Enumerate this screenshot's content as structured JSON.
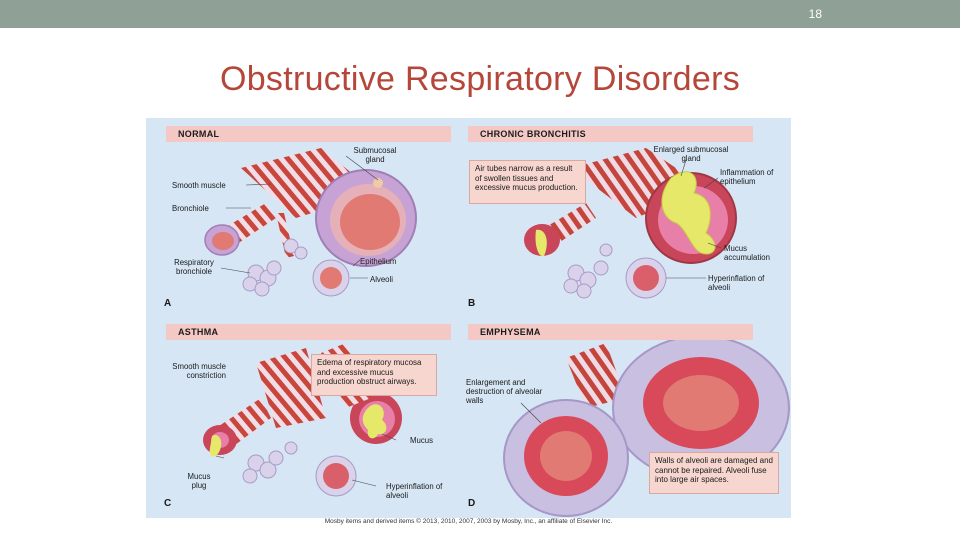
{
  "slide": {
    "number": "18",
    "title": "Obstructive Respiratory Disorders"
  },
  "colors": {
    "topbar": "#8fa096",
    "title": "#b5473a",
    "figure_bg": "#d6e6f5",
    "header_bg": "#f4c8c4",
    "airway_red": "#c8463c",
    "mucus_yellow": "#e6e86a",
    "alveoli_lilac": "#c9bfe0"
  },
  "panels": {
    "normal": {
      "header": "NORMAL",
      "letter": "A",
      "labels": {
        "submucosal": "Submucosal gland",
        "smooth_muscle": "Smooth muscle",
        "bronchiole": "Bronchiole",
        "resp_bronchiole": "Respiratory bronchiole",
        "epithelium": "Epithelium",
        "alveoli": "Alveoli"
      }
    },
    "bronchitis": {
      "header": "CHRONIC BRONCHITIS",
      "letter": "B",
      "note": "Air tubes narrow as a result of swollen tissues and excessive mucus production.",
      "labels": {
        "enlarged": "Enlarged submucosal gland",
        "inflammation": "Inflammation of epithelium",
        "mucus_accum": "Mucus accumulation",
        "hyperinflation": "Hyperinflation of alveoli"
      }
    },
    "asthma": {
      "header": "ASTHMA",
      "letter": "C",
      "note": "Edema of respiratory mucosa and excessive mucus production obstruct airways.",
      "labels": {
        "constriction": "Smooth muscle constriction",
        "mucus": "Mucus",
        "plug": "Mucus plug",
        "hyperinflation": "Hyperinflation of alveoli"
      }
    },
    "emphysema": {
      "header": "EMPHYSEMA",
      "letter": "D",
      "note": "Walls of alveoli are damaged and cannot be repaired. Alveoli fuse into large air spaces.",
      "labels": {
        "enlargement": "Enlargement and destruction of alveolar walls"
      }
    }
  },
  "credit": "Mosby items and derived items © 2013, 2010, 2007, 2003 by Mosby, Inc., an affiliate of Elsevier Inc."
}
